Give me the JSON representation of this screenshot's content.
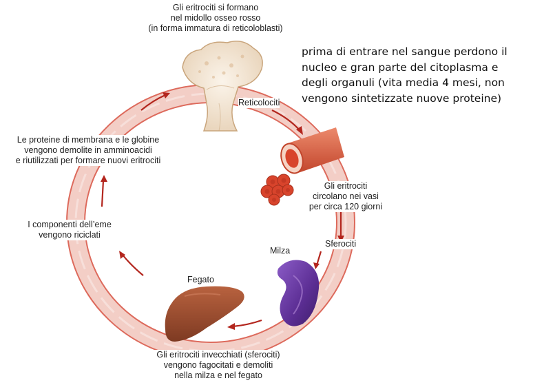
{
  "labels": {
    "top": [
      "Gli eritrociti si formano",
      "nel midollo osseo rosso",
      "(in forma immatura di reticoloblasti)"
    ],
    "note": [
      "prima di entrare nel sangue perdono il",
      "nucleo e  gran parte del citoplasma  e",
      "degli organuli (vita media 4 mesi, non",
      "vengono sintetizzate nuove proteine)"
    ],
    "reticolociti": "Reticolociti",
    "circolano": [
      "Gli eritrociti",
      "circolano nei vasi",
      "per circa 120 giorni"
    ],
    "milza": "Milza",
    "sferociti": "Sferociti",
    "fegato": "Fegato",
    "bottom": [
      "Gli eritrociti invecchiati (sferociti)",
      "vengono fagocitati e demoliti",
      "nella milza e nel fegato"
    ],
    "eme": [
      "I componenti dell’eme",
      "vengono riciclati"
    ],
    "proteine": [
      "Le proteine di membrana e le globine",
      "vengono demolite in amminoacidi",
      "e riutilizzati per formare nuovi eritrociti"
    ]
  },
  "icons": {
    "bone": "bone-marrow-icon",
    "vessel": "blood-vessel-icon",
    "cells": "red-blood-cells-icon",
    "spleen": "spleen-icon",
    "liver": "liver-icon"
  },
  "colors": {
    "ring": "#f2c7bf",
    "ring_edge": "#d9534f",
    "arrow": "#b3261e",
    "bone": "#f2e6d6",
    "vessel": "#d2553b",
    "cells": "#d8442c",
    "spleen": "#6a3aa0",
    "liver": "#9d4c31"
  }
}
